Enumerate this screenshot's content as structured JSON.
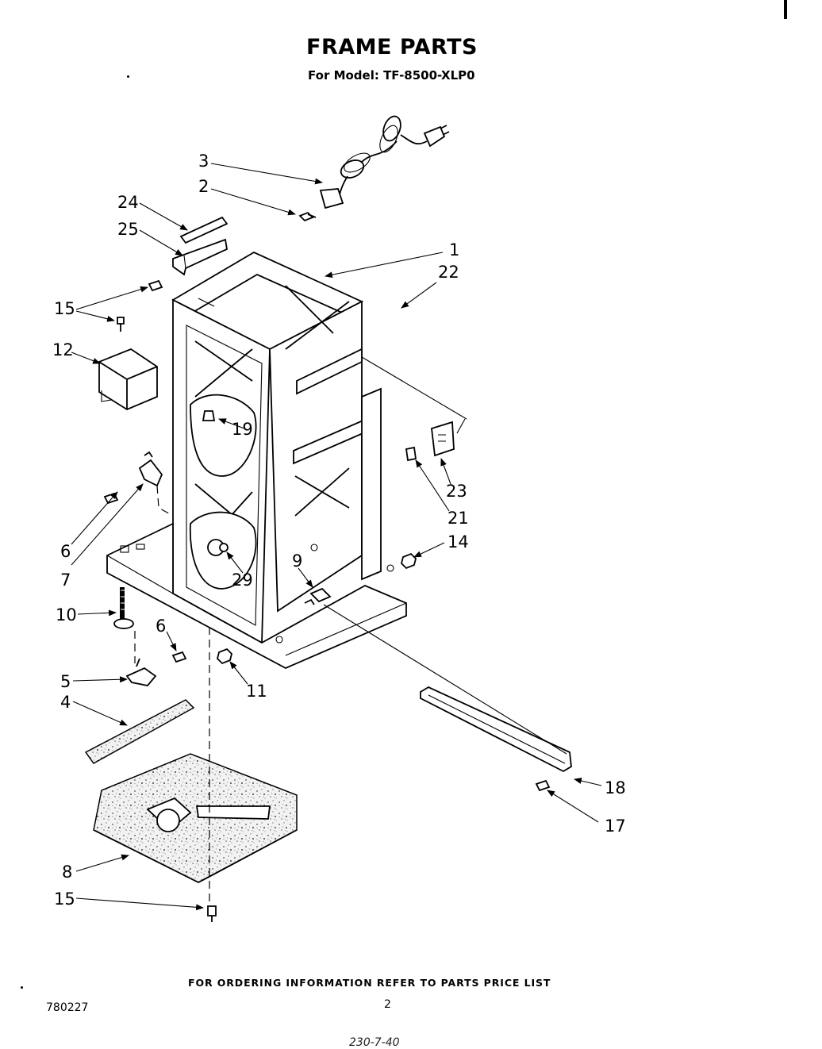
{
  "header": {
    "title": "FRAME PARTS",
    "model_line": "For Model: TF-8500-XLP0"
  },
  "callouts": [
    "3",
    "2",
    "24",
    "25",
    "1",
    "22",
    "15",
    "12",
    "19",
    "23",
    "21",
    "14",
    "6",
    "7",
    "29",
    "9",
    "10",
    "6",
    "5",
    "11",
    "4",
    "18",
    "17",
    "8",
    "15"
  ],
  "footer": {
    "ordering_note": "FOR ORDERING INFORMATION REFER TO PARTS PRICE LIST",
    "doc_number": "780227",
    "page_number": "2",
    "handwritten_mark": "230-7-40"
  }
}
